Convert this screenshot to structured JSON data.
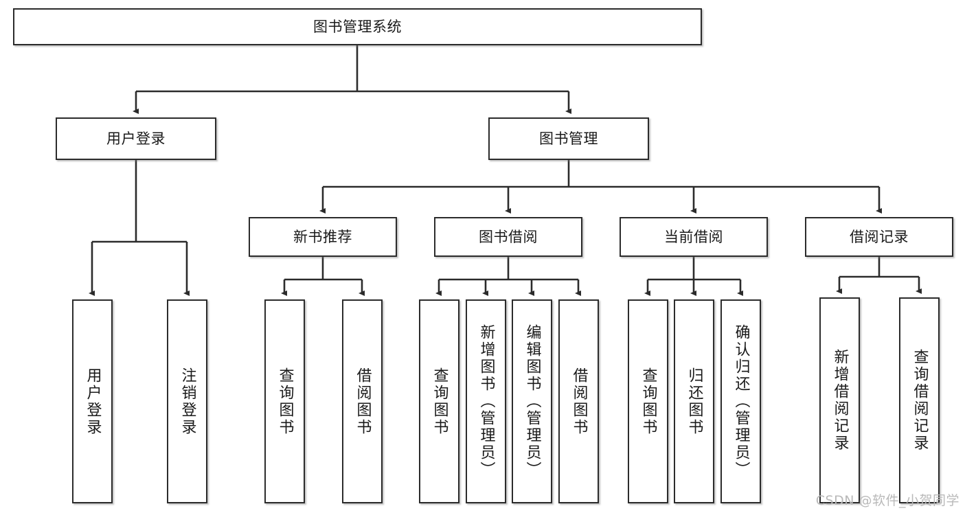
{
  "diagram": {
    "title": "图书管理系统",
    "watermark": "CSDN @软件_小贺同学",
    "line_color": "#2b2b2b",
    "box_fill": "#ffffff",
    "text_color": "#1a1a1a",
    "watermark_color": "#b9b9b9",
    "nodes": {
      "root": "图书管理系统",
      "level2": {
        "user_login": "用户登录",
        "book_manage": "图书管理"
      },
      "level3": {
        "new_book_recommend": "新书推荐",
        "book_borrow": "图书借阅",
        "current_borrow": "当前借阅",
        "borrow_record": "借阅记录"
      },
      "leaves": {
        "user_login_1": "用户登录",
        "user_login_2": "注销登录",
        "new_book_1": "查询图书",
        "new_book_2": "借阅图书",
        "book_borrow_1": "查询图书",
        "book_borrow_2": "新增图书（管理员）",
        "book_borrow_3": "编辑图书（管理员）",
        "book_borrow_4": "借阅图书",
        "current_borrow_1": "查询图书",
        "current_borrow_2": "归还图书",
        "current_borrow_3": "确认归还（管理员）",
        "borrow_record_1": "新增借阅记录",
        "borrow_record_2": "查询借阅记录"
      }
    }
  }
}
